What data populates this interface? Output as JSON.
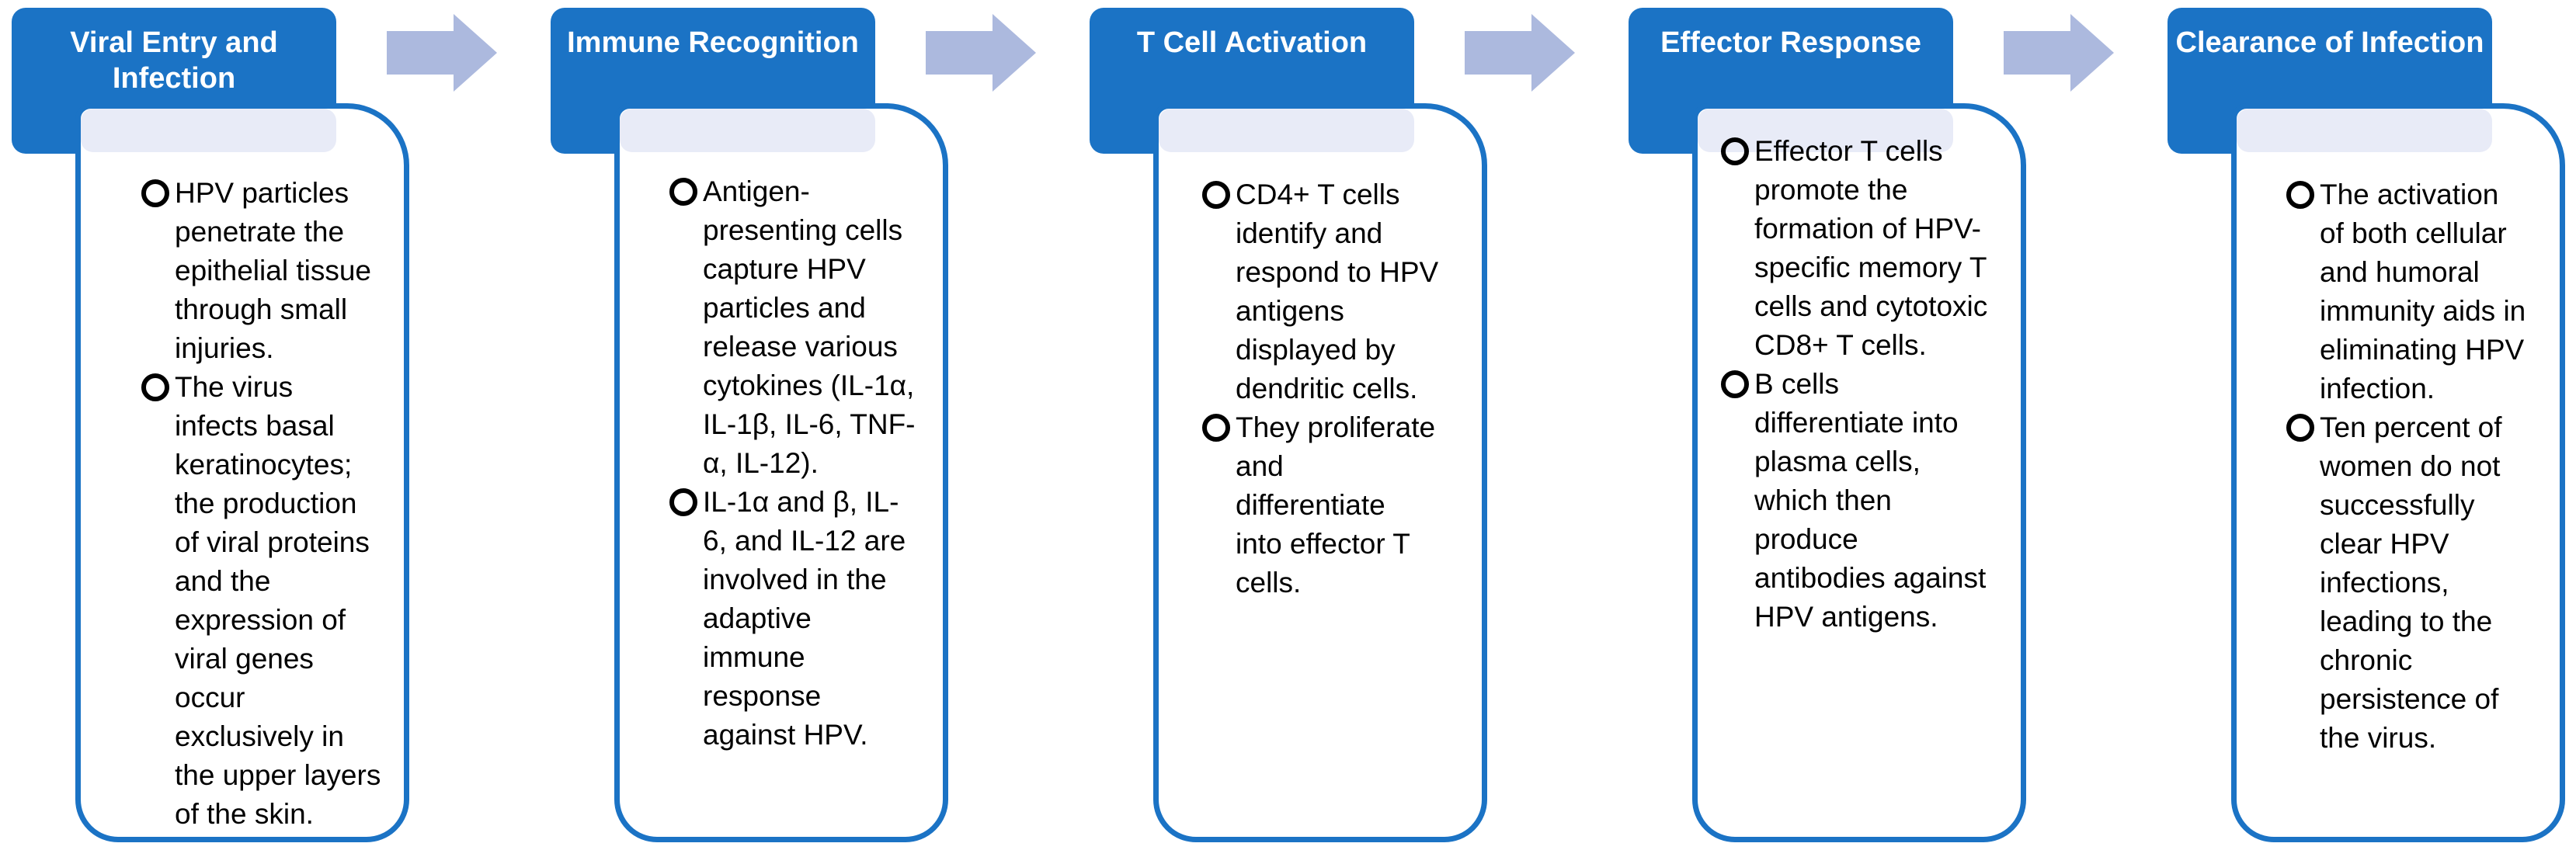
{
  "diagram": {
    "type": "process-flow",
    "colors": {
      "accent_blue": "#1B73C5",
      "band_light": "#E8EBF7",
      "arrow_fill": "#ACB9DE",
      "title_text": "#FFFFFF",
      "body_text": "#000000"
    },
    "stages": [
      {
        "title": "Viral Entry and\nInfection",
        "bullets": [
          "HPV particles\npenetrate the\nepithelial tissue\nthrough small\ninjuries.",
          "The virus\ninfects basal\nkeratinocytes;\nthe production\nof viral proteins\nand the\nexpression of\nviral genes\noccur\nexclusively in\nthe upper layers\nof the skin."
        ]
      },
      {
        "title": "Immune Recognition",
        "bullets": [
          "Antigen-\npresenting cells\ncapture HPV\nparticles and\nrelease various\ncytokines (IL-1α,\nIL-1β, IL-6, TNF-\nα, IL-12).",
          "IL-1α and β, IL-\n6, and IL-12 are\ninvolved in the\nadaptive\nimmune\nresponse\nagainst HPV."
        ]
      },
      {
        "title": "T Cell Activation",
        "bullets": [
          "CD4+ T cells\nidentify and\nrespond to HPV\nantigens\ndisplayed by\ndendritic cells.",
          "They proliferate\nand\ndifferentiate\ninto effector T\ncells."
        ]
      },
      {
        "title": "Effector Response",
        "bullets": [
          "Effector T cells\npromote the\nformation of HPV-\nspecific memory T\ncells and cytotoxic\nCD8+ T cells.",
          "B cells\ndifferentiate into\nplasma cells,\nwhich then\nproduce\nantibodies against\nHPV antigens."
        ]
      },
      {
        "title": "Clearance of Infection",
        "bullets": [
          "The activation\nof both cellular\nand humoral\nimmunity aids in\neliminating HPV\ninfection.",
          "Ten percent of\nwomen do not\nsuccessfully\nclear HPV\ninfections,\nleading to the\nchronic\npersistence of\nthe virus."
        ]
      }
    ]
  }
}
